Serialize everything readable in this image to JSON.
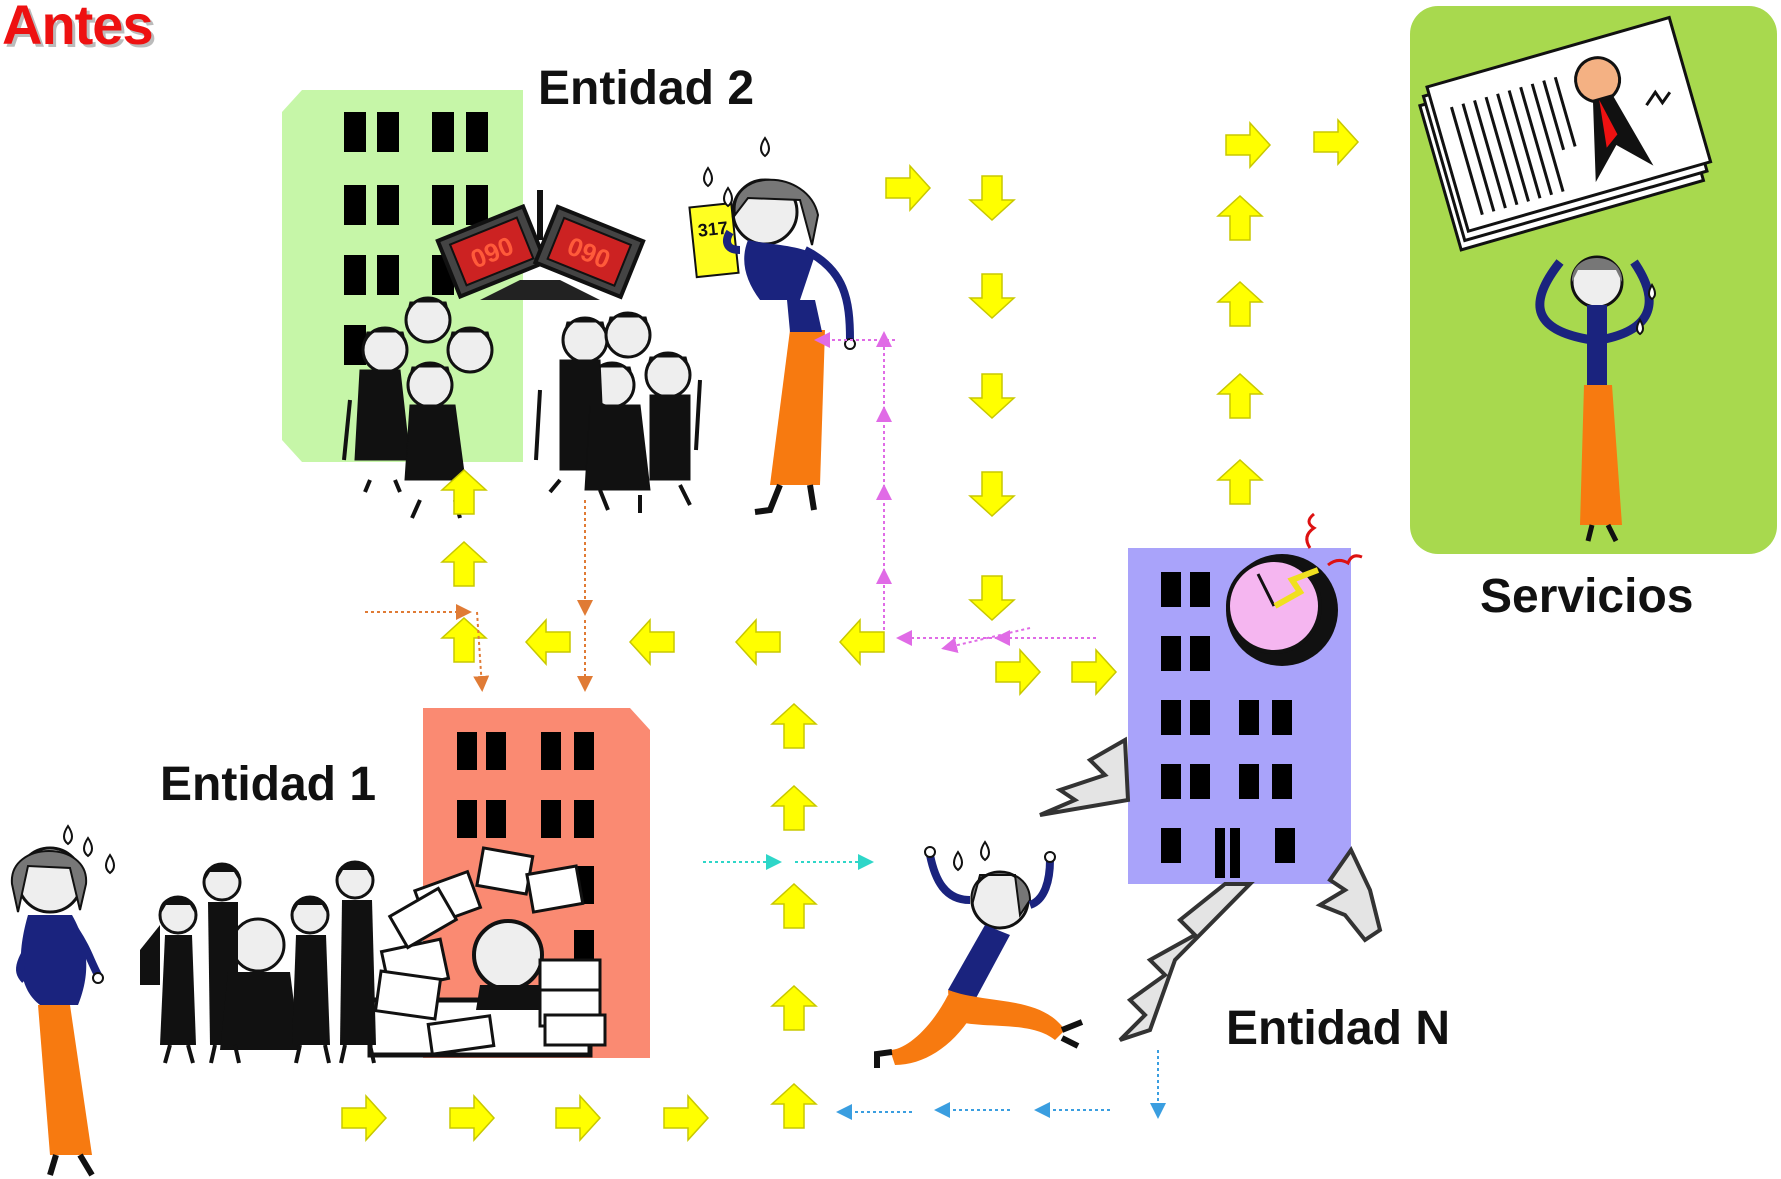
{
  "title": "Antes",
  "entities": {
    "entidad_1": "Entidad 1",
    "entidad_2": "Entidad 2",
    "entidad_n": "Entidad N",
    "servicios": "Servicios"
  },
  "displays": {
    "left": "090",
    "right": "090",
    "ticket": "317"
  },
  "colors": {
    "title": "#ee1111",
    "entidad_1_building": "#fa8a72",
    "entidad_2_building": "#c6f6a8",
    "entidad_n_building": "#a9a3fa",
    "servicios_panel": "#a8d94e",
    "main_flow_arrow": "#ffff00",
    "flow_orange": "#e07b35",
    "flow_magenta": "#e06be6",
    "flow_cyan": "#2ed6c8",
    "flow_blue": "#3a9ee0",
    "person_skirt": "#f77a10",
    "person_top": "#1a237e"
  },
  "icons": [
    "building-icon",
    "worried-woman-icon",
    "crowd-icon",
    "papers-icon",
    "clock-icon",
    "certificate-icon",
    "queue-display-icon",
    "crack-icon"
  ]
}
